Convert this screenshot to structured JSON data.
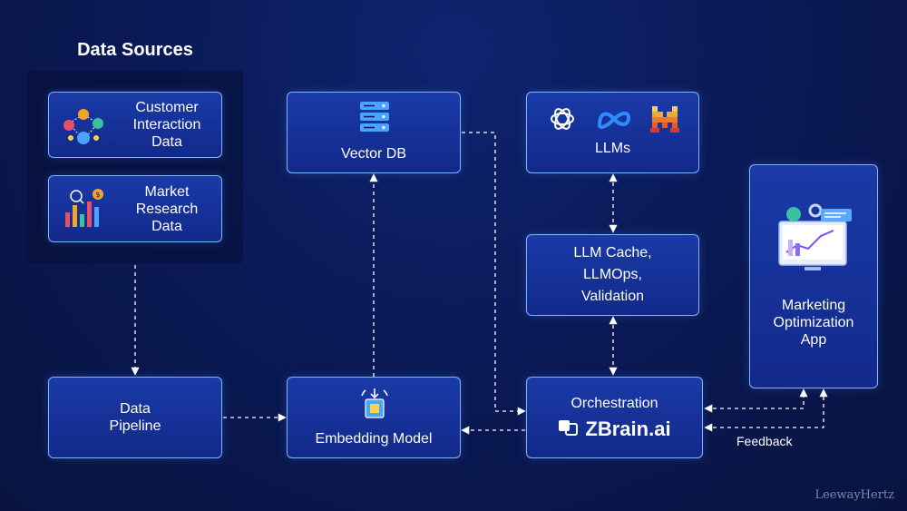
{
  "diagram": {
    "sections": {
      "data_sources_title": "Data Sources"
    },
    "nodes": {
      "customer": "Customer\nInteraction\nData",
      "market": "Market\nResearch\nData",
      "pipeline": "Data\nPipeline",
      "embedding": "Embedding Model",
      "vectordb": "Vector DB",
      "llms": "LLMs",
      "llmcache": "LLM Cache,\nLLMOps,\nValidation",
      "orchestration": "Orchestration",
      "zbrain_logo": "ZBrain.ai",
      "app": "Marketing\nOptimization\nApp"
    },
    "edge_labels": {
      "feedback": "Feedback"
    },
    "watermark": "LeewayHertz"
  },
  "colors": {
    "background": "#0a1a57",
    "node_fill": "#15318f",
    "node_border": "#7fb4ff",
    "connector": "#ffffff"
  },
  "icons": {
    "customer": "people-network-icon",
    "market": "bar-chart-icon",
    "vectordb": "database-server-icon",
    "llms": [
      "openai-logo-icon",
      "meta-logo-icon",
      "mistral-logo-icon"
    ],
    "embedding": "chip-icon",
    "app": "dashboard-monitor-icon"
  }
}
